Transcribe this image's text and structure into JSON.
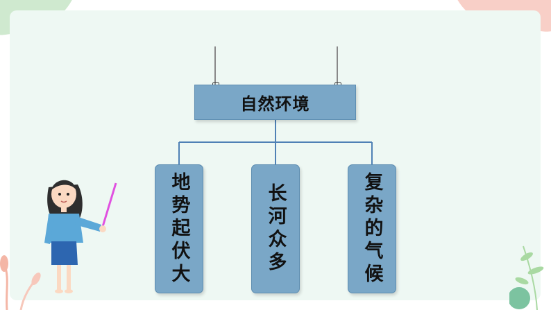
{
  "diagram": {
    "root": {
      "label": "自然环境"
    },
    "children": [
      {
        "label": "地势起伏大"
      },
      {
        "label": "长河众多"
      },
      {
        "label": "复杂的气候"
      }
    ]
  },
  "colors": {
    "box_fill": "#7aa7c7",
    "connector": "#4f81b5",
    "card_background": "#eef8f3"
  }
}
